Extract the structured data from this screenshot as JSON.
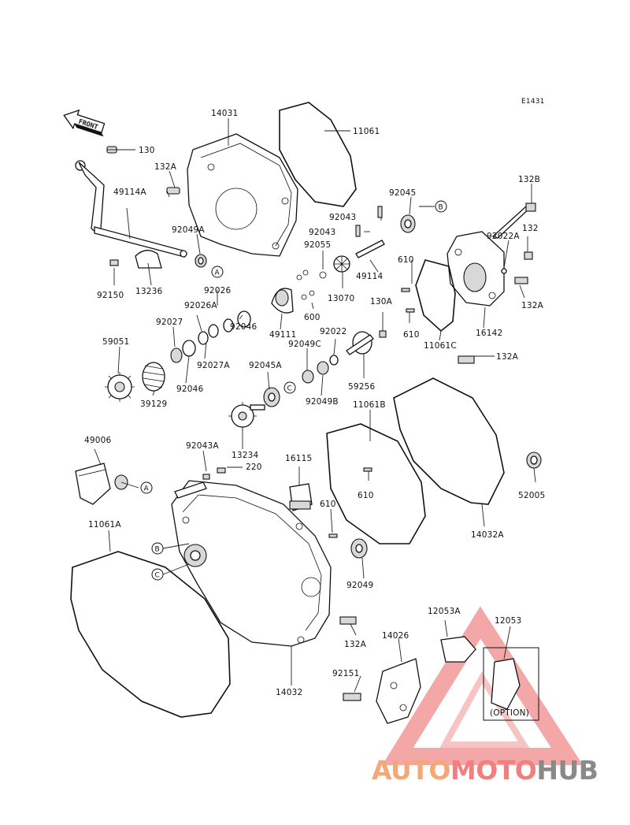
{
  "diagram_code": "E1431",
  "front_label": "FRONT",
  "option_label": "(OPTION)",
  "ref_marks": {
    "a": "A",
    "b": "B",
    "c": "C"
  },
  "watermark": {
    "part1": "AUTO",
    "part2": "MOTO",
    "part3": "HUB"
  },
  "part_numbers": {
    "p14031": "14031",
    "p11061": "11061",
    "p130": "130",
    "p132A_top": "132A",
    "p49114A": "49114A",
    "p92049A": "92049A",
    "p92150": "92150",
    "p13236": "13236",
    "p92045": "92045",
    "p132B": "132B",
    "p92043_a": "92043",
    "p92043_b": "92043",
    "p132": "132",
    "p92022A": "92022A",
    "p92055": "92055",
    "p49114": "49114",
    "p610_a": "610",
    "p13070": "13070",
    "p132A_r1": "132A",
    "p92026": "92026",
    "p92026A": "92026A",
    "p92027": "92027",
    "p92046_a": "92046",
    "p49111": "49111",
    "p600": "600",
    "p130A": "130A",
    "p610_b": "610",
    "p11061C": "11061C",
    "p16142": "16142",
    "p59051": "59051",
    "p92027A": "92027A",
    "p92022": "92022",
    "p92049C": "92049C",
    "p92046_b": "92046",
    "p92045A": "92045A",
    "p59256": "59256",
    "p132A_r2": "132A",
    "p39129": "39129",
    "p92049B": "92049B",
    "p11061B": "11061B",
    "p49006": "49006",
    "p92043A": "92043A",
    "p13234": "13234",
    "p220": "220",
    "p16115": "16115",
    "p610_c": "610",
    "p52005": "52005",
    "p610_d": "610",
    "p11061A": "11061A",
    "p14032A": "14032A",
    "p92049": "92049",
    "p12053A": "12053A",
    "p12053": "12053",
    "p132A_bottom": "132A",
    "p14026": "14026",
    "p92151": "92151",
    "p14032": "14032"
  }
}
